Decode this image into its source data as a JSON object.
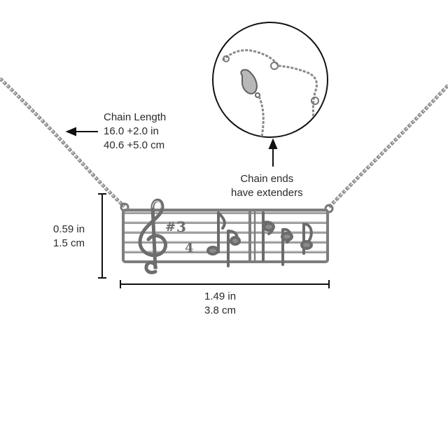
{
  "product": {
    "chain_length": {
      "title": "Chain Length",
      "imperial": "16.0 +2.0 in",
      "metric": "40.6 +5.0 cm"
    },
    "pendant_height": {
      "imperial": "0.59 in",
      "metric": "1.5 cm"
    },
    "pendant_width": {
      "imperial": "1.49 in",
      "metric": "3.8 cm"
    },
    "extender_note": {
      "line1": "Chain ends",
      "line2": "have extenders"
    },
    "pendant_text": {
      "time_sig_top": "3",
      "time_sig_bottom": "4",
      "sharp": "#"
    }
  },
  "colors": {
    "metal": "#9a9a9a",
    "metal_dark": "#5f5f5f",
    "metal_light": "#d6d6d6",
    "ink": "#111111",
    "text": "#2a2a2a"
  }
}
